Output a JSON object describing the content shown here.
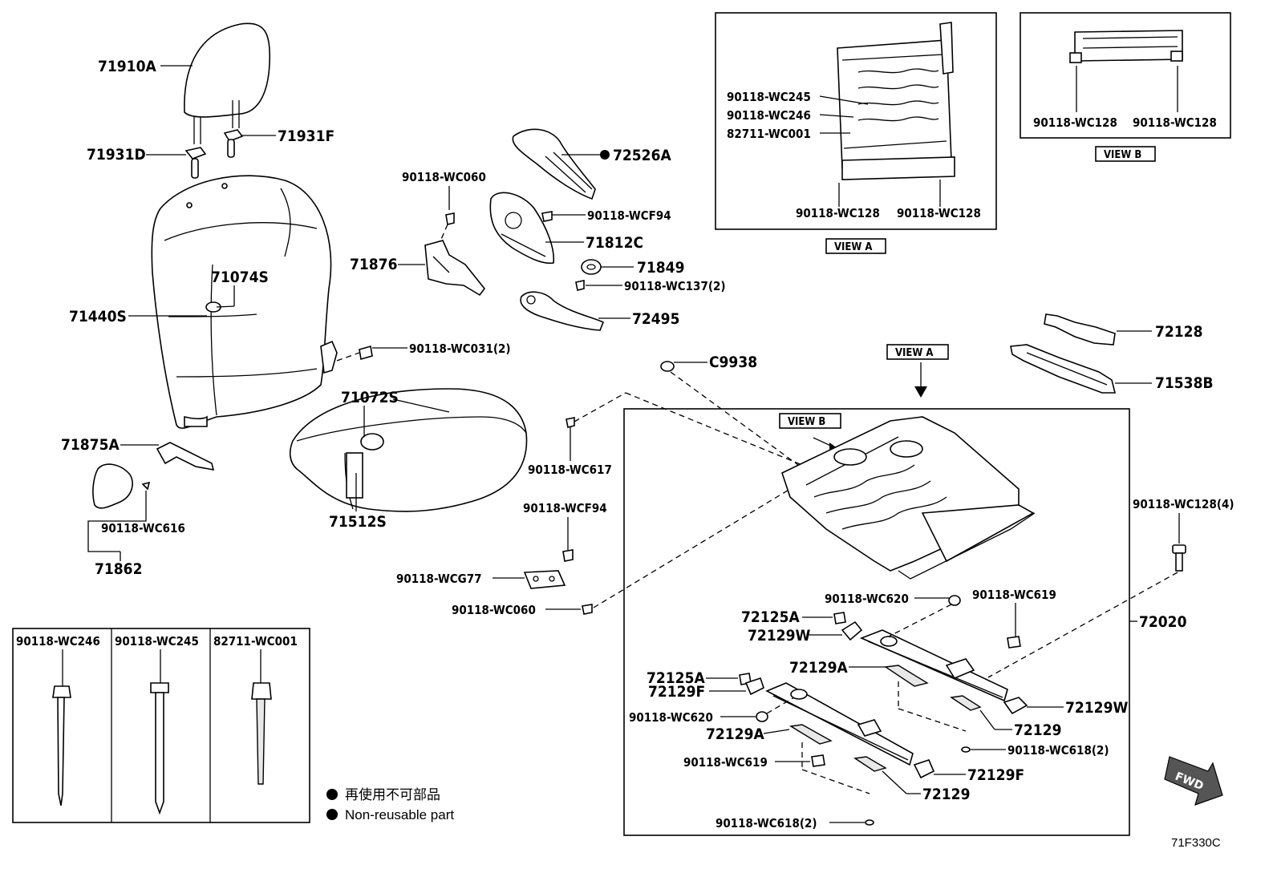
{
  "labels": {
    "p71910A": "71910A",
    "p71931D": "71931D",
    "p71931F": "71931F",
    "p71074S": "71074S",
    "p71440S": "71440S",
    "p71875A": "71875A",
    "p71862": "71862",
    "p90118WC616": "90118-WC616",
    "p71072S": "71072S",
    "p71512S": "71512S",
    "p90118WC031": "90118-WC031(2)",
    "p72526A": "72526A",
    "p90118WC060a": "90118-WC060",
    "p90118WCF94a": "90118-WCF94",
    "p71812C": "71812C",
    "p71876": "71876",
    "p71849": "71849",
    "p90118WC137": "90118-WC137(2)",
    "p72495": "72495",
    "pC9938": "C9938",
    "p90118WC617": "90118-WC617",
    "p90118WCF94b": "90118-WCF94",
    "p90118WCG77": "90118-WCG77",
    "p90118WC060b": "90118-WC060",
    "p72128": "72128",
    "p71538B": "71538B",
    "p90118WC128x4": "90118-WC128(4)",
    "p72020": "72020",
    "p90118WC620a": "90118-WC620",
    "p90118WC619a": "90118-WC619",
    "p72125Aa": "72125A",
    "p72129Wa": "72129W",
    "p72129Aa": "72129A",
    "p72125Ab": "72125A",
    "p72129Fa": "72129F",
    "p90118WC620b": "90118-WC620",
    "p72129Ab": "72129A",
    "p72129Wb": "72129W",
    "p72129a": "72129",
    "p90118WC618a": "90118-WC618(2)",
    "p90118WC619b": "90118-WC619",
    "p72129Fb": "72129F",
    "p72129b": "72129",
    "p90118WC618b": "90118-WC618(2)"
  },
  "viewA": {
    "title": "VIEW A",
    "l1": "90118-WC245",
    "l2": "90118-WC246",
    "l3": "82711-WC001",
    "l4": "90118-WC128",
    "l5": "90118-WC128"
  },
  "viewB": {
    "title": "VIEW B",
    "l1": "90118-WC128",
    "l2": "90118-WC128"
  },
  "mainView": {
    "viewA_tag": "VIEW A",
    "viewB_tag": "VIEW B"
  },
  "ties": {
    "t1": "90118-WC246",
    "t2": "90118-WC245",
    "t3": "82711-WC001"
  },
  "legend": {
    "jp": "再使用不可部品",
    "en": "Non-reusable part"
  },
  "fwd": "FWD",
  "diagram_code": "71F330C",
  "non_reusable_marker_color": "#000000"
}
